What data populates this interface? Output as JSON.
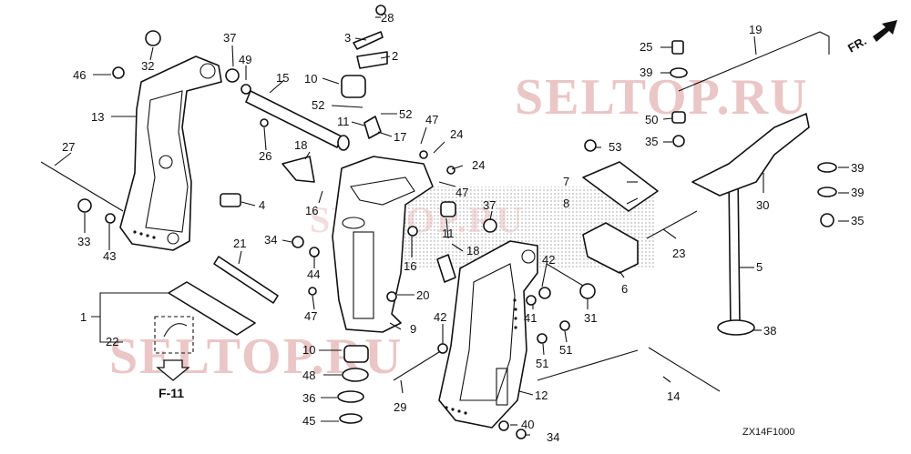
{
  "watermark": "SELTOP.RU",
  "diagram_code": "ZX14F1000",
  "front_marker": "FR.",
  "figure_ref": "F-11",
  "callouts": [
    {
      "id": "28",
      "label": "28"
    },
    {
      "id": "3",
      "label": "3"
    },
    {
      "id": "2",
      "label": "2"
    },
    {
      "id": "10a",
      "label": "10"
    },
    {
      "id": "52a",
      "label": "52"
    },
    {
      "id": "52b",
      "label": "52"
    },
    {
      "id": "11a",
      "label": "11"
    },
    {
      "id": "17",
      "label": "17"
    },
    {
      "id": "47a",
      "label": "47"
    },
    {
      "id": "24a",
      "label": "24"
    },
    {
      "id": "24b",
      "label": "24"
    },
    {
      "id": "47b",
      "label": "47"
    },
    {
      "id": "18a",
      "label": "18"
    },
    {
      "id": "16a",
      "label": "16"
    },
    {
      "id": "15",
      "label": "15"
    },
    {
      "id": "37a",
      "label": "37"
    },
    {
      "id": "49",
      "label": "49"
    },
    {
      "id": "26",
      "label": "26"
    },
    {
      "id": "4",
      "label": "4"
    },
    {
      "id": "32",
      "label": "32"
    },
    {
      "id": "46",
      "label": "46"
    },
    {
      "id": "13",
      "label": "13"
    },
    {
      "id": "27",
      "label": "27"
    },
    {
      "id": "33",
      "label": "33"
    },
    {
      "id": "43",
      "label": "43"
    },
    {
      "id": "21",
      "label": "21"
    },
    {
      "id": "1",
      "label": "1"
    },
    {
      "id": "22",
      "label": "22"
    },
    {
      "id": "34a",
      "label": "34"
    },
    {
      "id": "44",
      "label": "44"
    },
    {
      "id": "20",
      "label": "20"
    },
    {
      "id": "47c",
      "label": "47"
    },
    {
      "id": "9",
      "label": "9"
    },
    {
      "id": "10b",
      "label": "10"
    },
    {
      "id": "48",
      "label": "48"
    },
    {
      "id": "36",
      "label": "36"
    },
    {
      "id": "45",
      "label": "45"
    },
    {
      "id": "16b",
      "label": "16"
    },
    {
      "id": "11b",
      "label": "11"
    },
    {
      "id": "18b",
      "label": "18"
    },
    {
      "id": "37b",
      "label": "37"
    },
    {
      "id": "42a",
      "label": "42"
    },
    {
      "id": "42b",
      "label": "42"
    },
    {
      "id": "41",
      "label": "41"
    },
    {
      "id": "31",
      "label": "31"
    },
    {
      "id": "51a",
      "label": "51"
    },
    {
      "id": "51b",
      "label": "51"
    },
    {
      "id": "29",
      "label": "29"
    },
    {
      "id": "12",
      "label": "12"
    },
    {
      "id": "40",
      "label": "40"
    },
    {
      "id": "34b",
      "label": "34"
    },
    {
      "id": "53",
      "label": "53"
    },
    {
      "id": "7",
      "label": "7"
    },
    {
      "id": "8",
      "label": "8"
    },
    {
      "id": "23",
      "label": "23"
    },
    {
      "id": "6",
      "label": "6"
    },
    {
      "id": "19",
      "label": "19"
    },
    {
      "id": "25",
      "label": "25"
    },
    {
      "id": "39a",
      "label": "39"
    },
    {
      "id": "50",
      "label": "50"
    },
    {
      "id": "35a",
      "label": "35"
    },
    {
      "id": "30",
      "label": "30"
    },
    {
      "id": "39b",
      "label": "39"
    },
    {
      "id": "39c",
      "label": "39"
    },
    {
      "id": "35b",
      "label": "35"
    },
    {
      "id": "5",
      "label": "5"
    },
    {
      "id": "38",
      "label": "38"
    },
    {
      "id": "14",
      "label": "14"
    }
  ]
}
